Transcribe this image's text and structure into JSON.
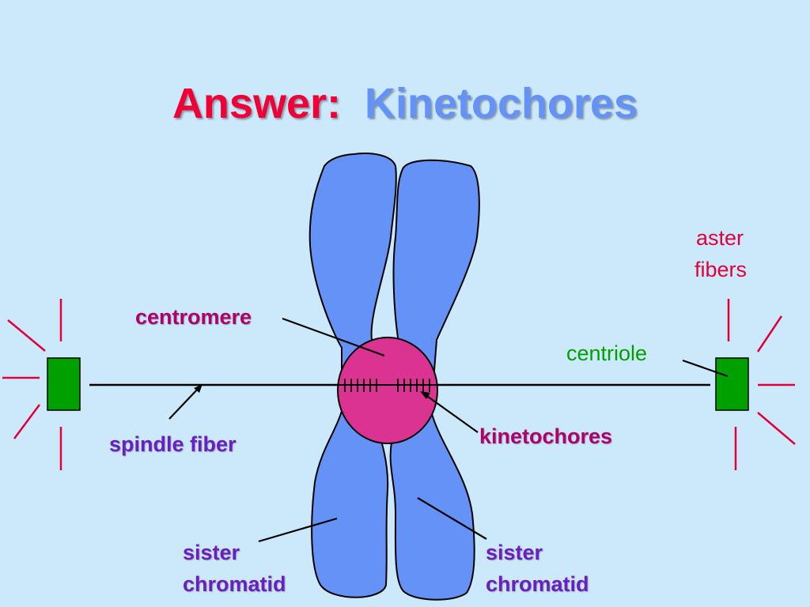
{
  "slide": {
    "title_prefix": "Answer:",
    "title_term": "Kinetochores"
  },
  "labels": {
    "centromere": "centromere",
    "kinetochores": "kinetochores",
    "spindle_fiber": "spindle fiber",
    "centriole": "centriole",
    "aster_fibers_line1": "aster",
    "aster_fibers_line2": "fibers",
    "sister_left_line1": "sister",
    "sister_left_line2": "chromatid",
    "sister_right_line1": "sister",
    "sister_right_line2": "chromatid"
  },
  "colors": {
    "background": "#cce9fb",
    "title_prefix": "#f00036",
    "title_term": "#6592f7",
    "chromatid": "#6592f7",
    "centromere": "#db3392",
    "centriole": "#00a000",
    "aster": "#e0003a",
    "label_magenta": "#b0006a",
    "label_purple": "#6b1fc0",
    "label_green": "#00a000",
    "label_red": "#e0003a"
  }
}
